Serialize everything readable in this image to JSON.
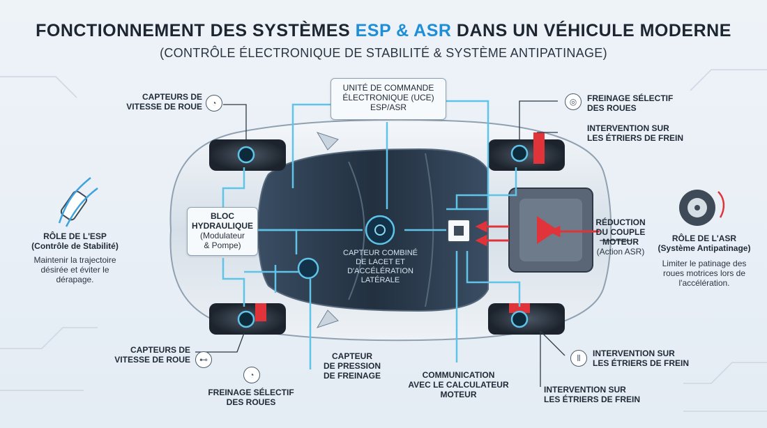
{
  "title": {
    "prefix": "FONCTIONNEMENT DES SYSTÈMES ",
    "accent": "ESP & ASR",
    "suffix": " DANS UN VÉHICULE MODERNE"
  },
  "subtitle": "(CONTRÔLE ÉLECTRONIQUE DE STABILITÉ & SYSTÈME ANTIPATINAGE)",
  "ecu": {
    "line1": "UNITÉ DE COMMANDE",
    "line2": "ÉLECTRONIQUE (UCE)",
    "line3": "ESP/ASR"
  },
  "hydraulic": {
    "line1": "BLOC",
    "line2": "HYDRAULIQUE",
    "line3": "(Modulateur",
    "line4": "& Pompe)"
  },
  "yaw_sensor": {
    "line1": "CAPTEUR COMBINÉ",
    "line2": "DE LACET ET",
    "line3": "D'ACCÉLÉRATION",
    "line4": "LATÉRALE"
  },
  "labels": {
    "wheel_speed_top": {
      "line1": "CAPTEURS DE",
      "line2": "VITESSE DE ROUE"
    },
    "wheel_speed_bottom": {
      "line1": "CAPTEURS DE",
      "line2": "VITESSE DE ROUE"
    },
    "selective_braking_top": {
      "line1": "FREINAGE SÉLECTIF",
      "line2": "DES ROUES"
    },
    "selective_braking_bottom": {
      "line1": "FREINAGE SÉLECTIF",
      "line2": "DES ROUES"
    },
    "caliper_top": {
      "line1": "INTERVENTION SUR",
      "line2": "LES ÉTRIERS DE FREIN"
    },
    "caliper_mid": {
      "line1": "INTERVENTION SUR",
      "line2": "LES ÉTRIERS DE FREIN"
    },
    "caliper_bottom": {
      "line1": "INTERVENTION SUR",
      "line2": "LES ÉTRIERS DE FREIN"
    },
    "torque": {
      "line1": "RÉDUCTION",
      "line2": "DU COUPLE",
      "line3": "MOTEUR",
      "line4": "(Action ASR)"
    },
    "brake_pressure": {
      "line1": "CAPTEUR",
      "line2": "DE PRESSION",
      "line3": "DE FREINAGE"
    },
    "engine_comm": {
      "line1": "COMMUNICATION",
      "line2": "AVEC LE CALCULATEUR",
      "line3": "MOTEUR"
    }
  },
  "esp_role": {
    "title1": "RÔLE DE L'ESP",
    "title2": "(Contrôle de Stabilité)",
    "desc1": "Maintenir la trajectoire",
    "desc2": "désirée et éviter le",
    "desc3": "dérapage."
  },
  "asr_role": {
    "title1": "RÔLE DE L'ASR",
    "title2": "(Système Antipatinage)",
    "desc1": "Limiter le patinage des",
    "desc2": "roues motrices lors de",
    "desc3": "l'accélération."
  },
  "colors": {
    "accent": "#1e8fd6",
    "flow": "#5fc4e8",
    "red": "#e0333a",
    "body": "#c9d4de",
    "glass": "#2d3e52"
  }
}
